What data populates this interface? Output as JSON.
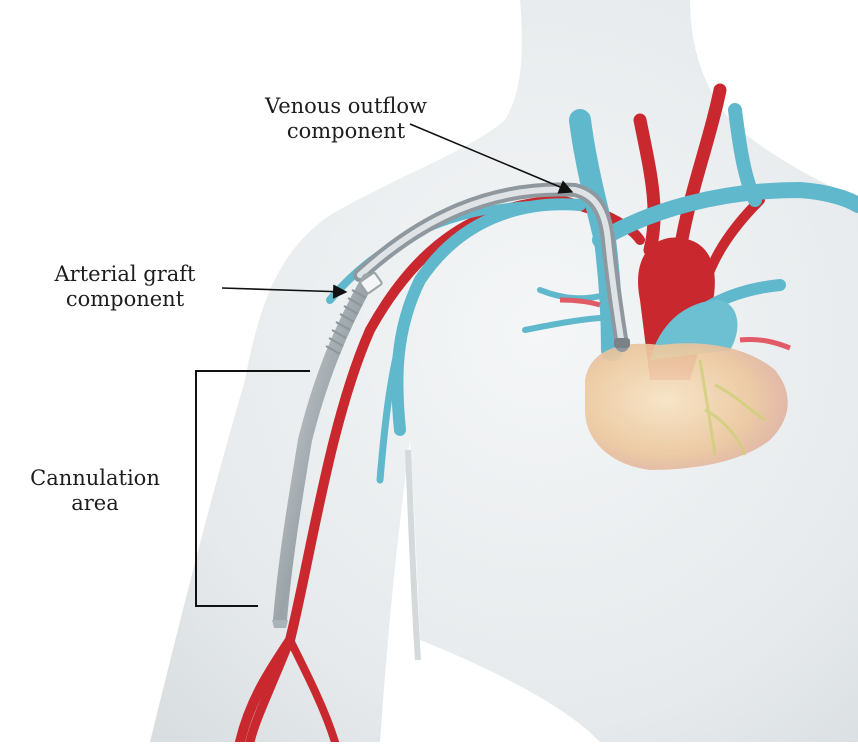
{
  "figure": {
    "labels": {
      "venous_outflow": {
        "line1": "Venous outflow",
        "line2": "component"
      },
      "arterial_graft": {
        "line1": "Arterial graft",
        "line2": "component"
      },
      "cannulation": {
        "line1": "Cannulation",
        "line2": "area"
      }
    },
    "colors": {
      "artery": "#c8282e",
      "vein": "#5fb8cb",
      "graft": "#b8c4ca",
      "heart": "#e9c8a0",
      "body": "#e4e8ea",
      "text": "#1d1d1d"
    }
  }
}
